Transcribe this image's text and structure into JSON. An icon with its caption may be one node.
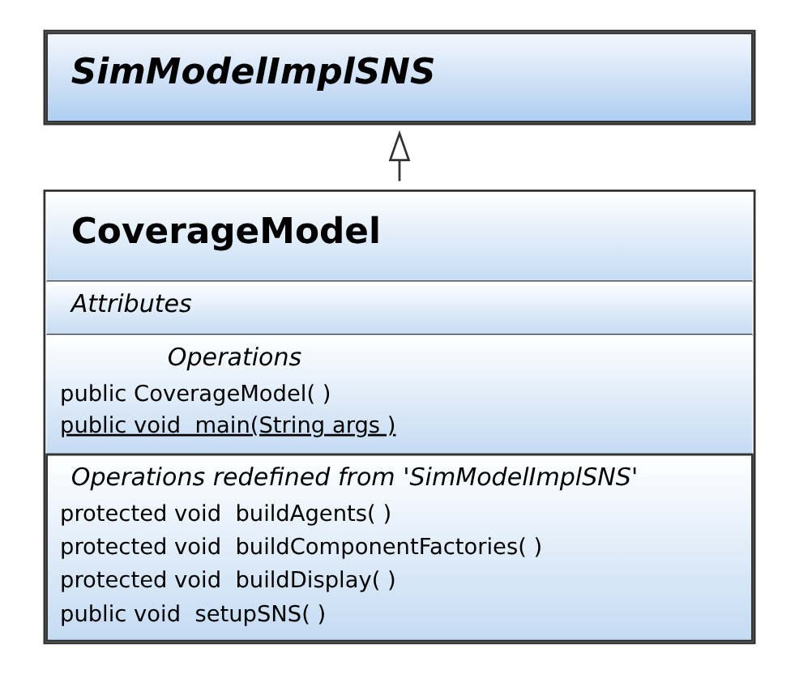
{
  "diagram": {
    "nodes": [
      {
        "text": [
          "SimModelImplSNS"
        ]
      },
      {
        "text": [
          "CoverageModel",
          "Attributes",
          "Operations",
          "public CoverageModel( )",
          "public void  main(String args )",
          "Operations redefined from 'SimModelImplSNS'",
          "protected void  buildAgents( )",
          "protected void  buildComponentFactories( )",
          "protected void  buildDisplay( )",
          "public void  setupSNS( )"
        ]
      }
    ],
    "edges": [
      {
        "from": 1,
        "to": 0,
        "arrow": "to"
      }
    ]
  }
}
